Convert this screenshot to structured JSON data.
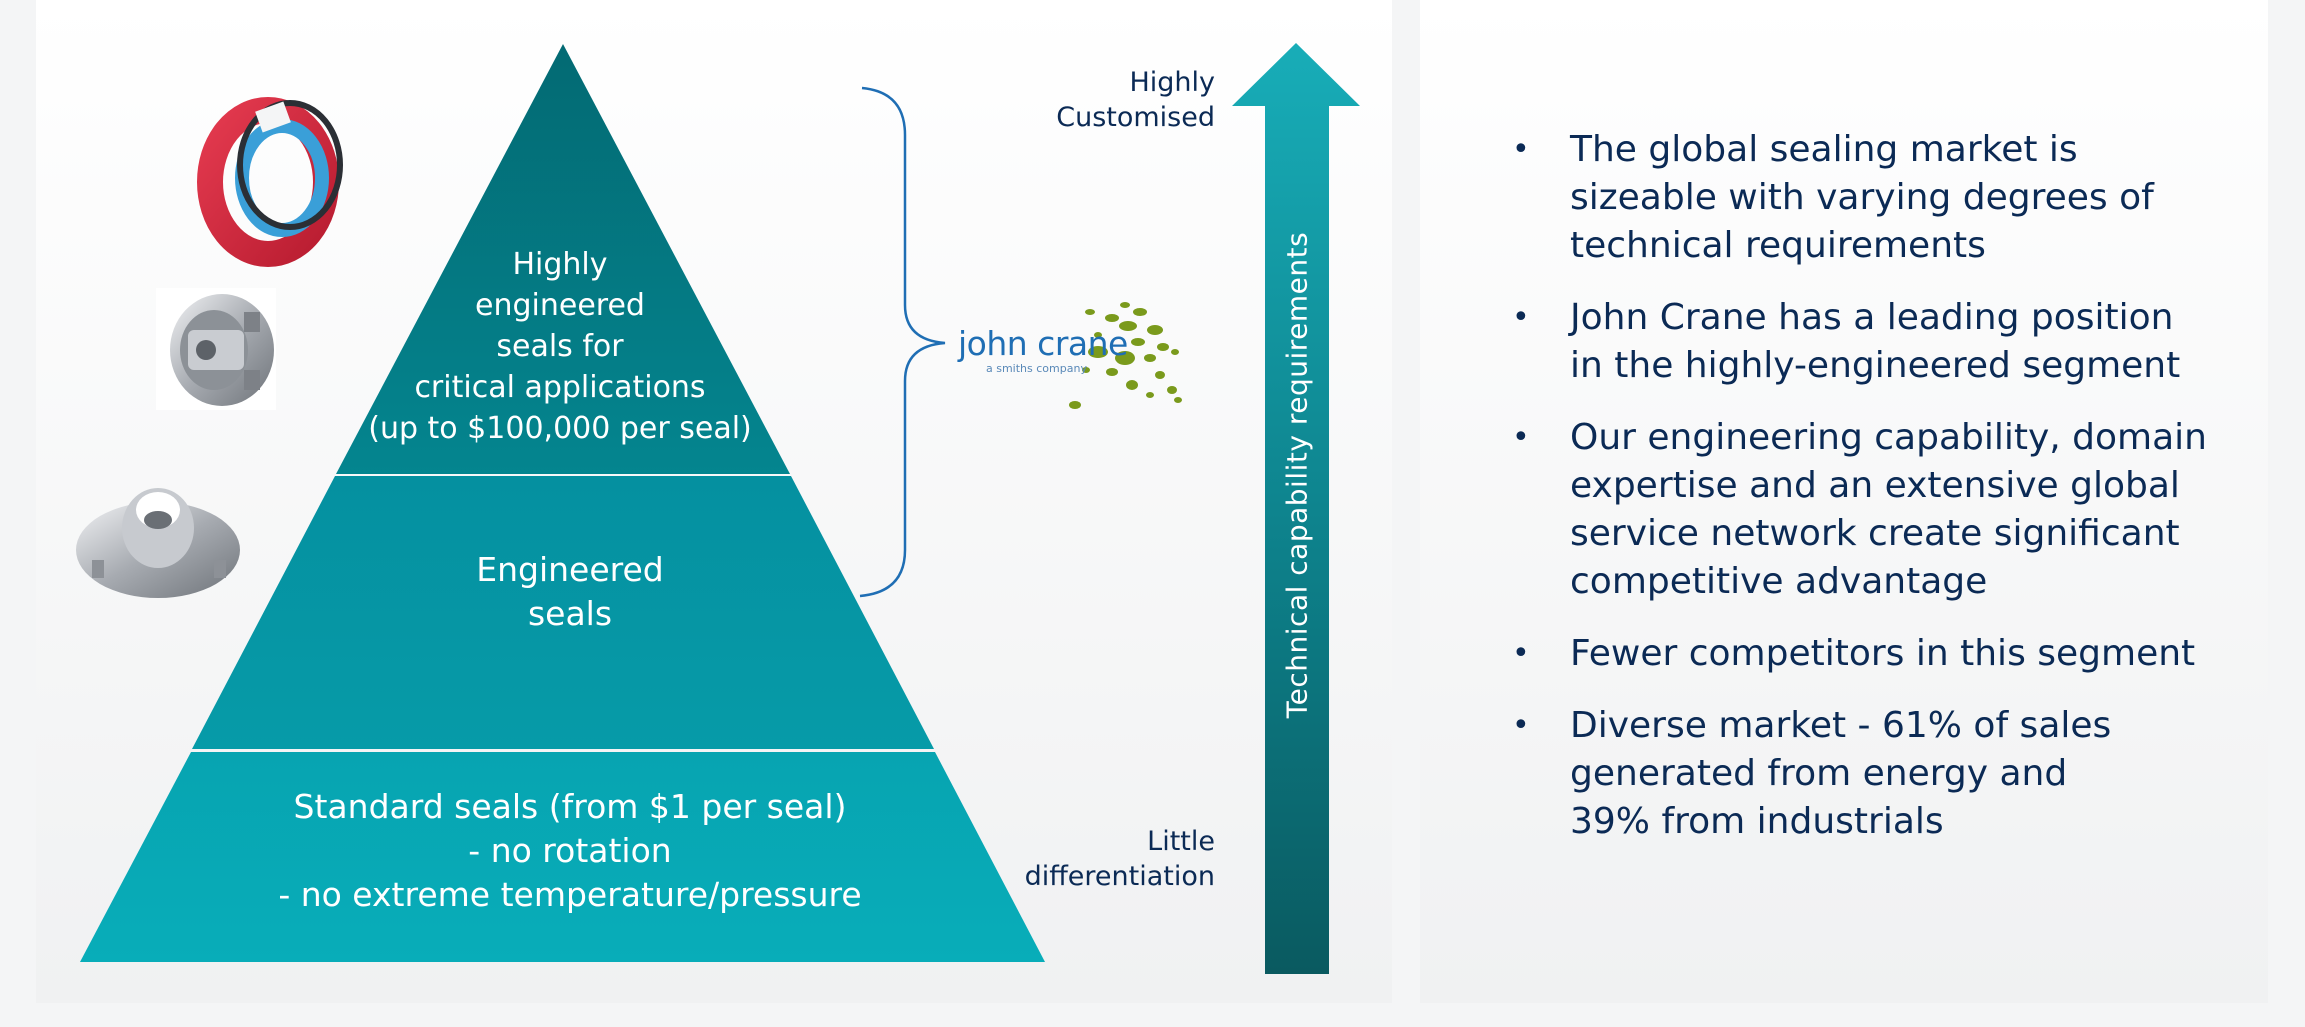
{
  "pyramid": {
    "top_tier": [
      "Highly",
      "engineered",
      "seals for",
      "critical applications",
      "(up to $100,000 per seal)"
    ],
    "middle_tier": [
      "Engineered",
      "seals"
    ],
    "bottom_tier": [
      "Standard seals (from $1 per seal)",
      "- no rotation",
      "- no extreme temperature/pressure"
    ]
  },
  "axis": {
    "top_label": [
      "Highly",
      "Customised"
    ],
    "bottom_label": [
      "Little",
      "differentiation"
    ],
    "arrow_label": "Technical capability requirements"
  },
  "brand": {
    "name": "john crane",
    "tagline": "a smiths company"
  },
  "bullets": [
    [
      "The global sealing market is",
      "sizeable with varying degrees of",
      "technical requirements"
    ],
    [
      "John Crane has a leading position",
      "in the highly-engineered segment"
    ],
    [
      "Our engineering capability, domain",
      "expertise and an extensive global",
      "service network create significant",
      "competitive advantage"
    ],
    [
      "Fewer competitors in this segment"
    ],
    [
      "Diverse market - 61% of sales",
      "generated from energy and",
      "39% from industrials"
    ]
  ],
  "icons": [
    "split-seal-icon",
    "cartridge-seal-icon",
    "flange-seal-icon"
  ],
  "colors": {
    "tier_top": "#036f78",
    "tier_middle": "#0597a4",
    "tier_bottom": "#07a9b6",
    "arrow_top": "#16aab6",
    "arrow_bottom": "#0a5d62",
    "text_navy": "#0b2a55",
    "brand_blue": "#1f6eb4",
    "brand_green": "#7a9a1c"
  }
}
